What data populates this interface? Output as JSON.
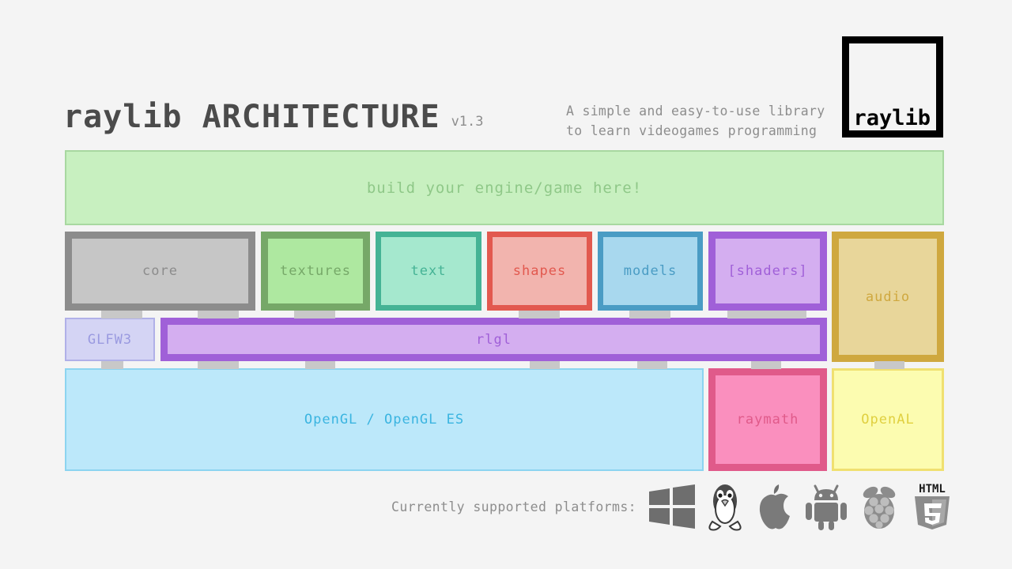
{
  "header": {
    "title": "raylib ARCHITECTURE",
    "version": "v1.3",
    "tagline_line1": "A simple and easy-to-use library",
    "tagline_line2": "to learn videogames programming",
    "logo_text": "raylib"
  },
  "diagram": {
    "user_layer": {
      "label": "build your engine/game here!",
      "fill": "#c8f0c0",
      "border": "#a8d8a0",
      "text_color": "#8fc888"
    },
    "modules": [
      {
        "label": "core",
        "fill": "#c6c6c6",
        "border": "#8c8c8c",
        "text_color": "#8c8c8c"
      },
      {
        "label": "textures",
        "fill": "#aee8a0",
        "border": "#76a868",
        "text_color": "#76a868"
      },
      {
        "label": "text",
        "fill": "#a5e8ce",
        "border": "#45b395",
        "text_color": "#45b395"
      },
      {
        "label": "shapes",
        "fill": "#f2b4ae",
        "border": "#e2594f",
        "text_color": "#e2594f"
      },
      {
        "label": "models",
        "fill": "#a8d8ee",
        "border": "#4a9cc4",
        "text_color": "#4a9cc4"
      },
      {
        "label": "[shaders]",
        "fill": "#d4aef0",
        "border": "#a060d8",
        "text_color": "#a060d8"
      },
      {
        "label": "audio",
        "fill": "#e8d69a",
        "border": "#cfa83f",
        "text_color": "#cfa83f"
      }
    ],
    "middle": [
      {
        "label": "GLFW3",
        "fill": "#d4d4f4",
        "border": "#b0b0e8",
        "text_color": "#9a9ae0"
      },
      {
        "label": "rlgl",
        "fill": "#d4aef0",
        "border": "#a060d8",
        "text_color": "#a060d8"
      }
    ],
    "bottom": [
      {
        "label": "OpenGL / OpenGL ES",
        "fill": "#bce8fa",
        "border": "#8cd4f0",
        "text_color": "#3ab4e0"
      },
      {
        "label": "raymath",
        "fill": "#fa8fbe",
        "border": "#e05a8a",
        "text_color": "#e05a8a"
      },
      {
        "label": "OpenAL",
        "fill": "#fcfcb0",
        "border": "#f0e070",
        "text_color": "#e0d040"
      }
    ]
  },
  "footer": {
    "platforms_label": "Currently supported platforms:",
    "platforms": [
      "windows-icon",
      "linux-icon",
      "apple-icon",
      "android-icon",
      "raspberry-pi-icon",
      "html5-icon"
    ]
  }
}
